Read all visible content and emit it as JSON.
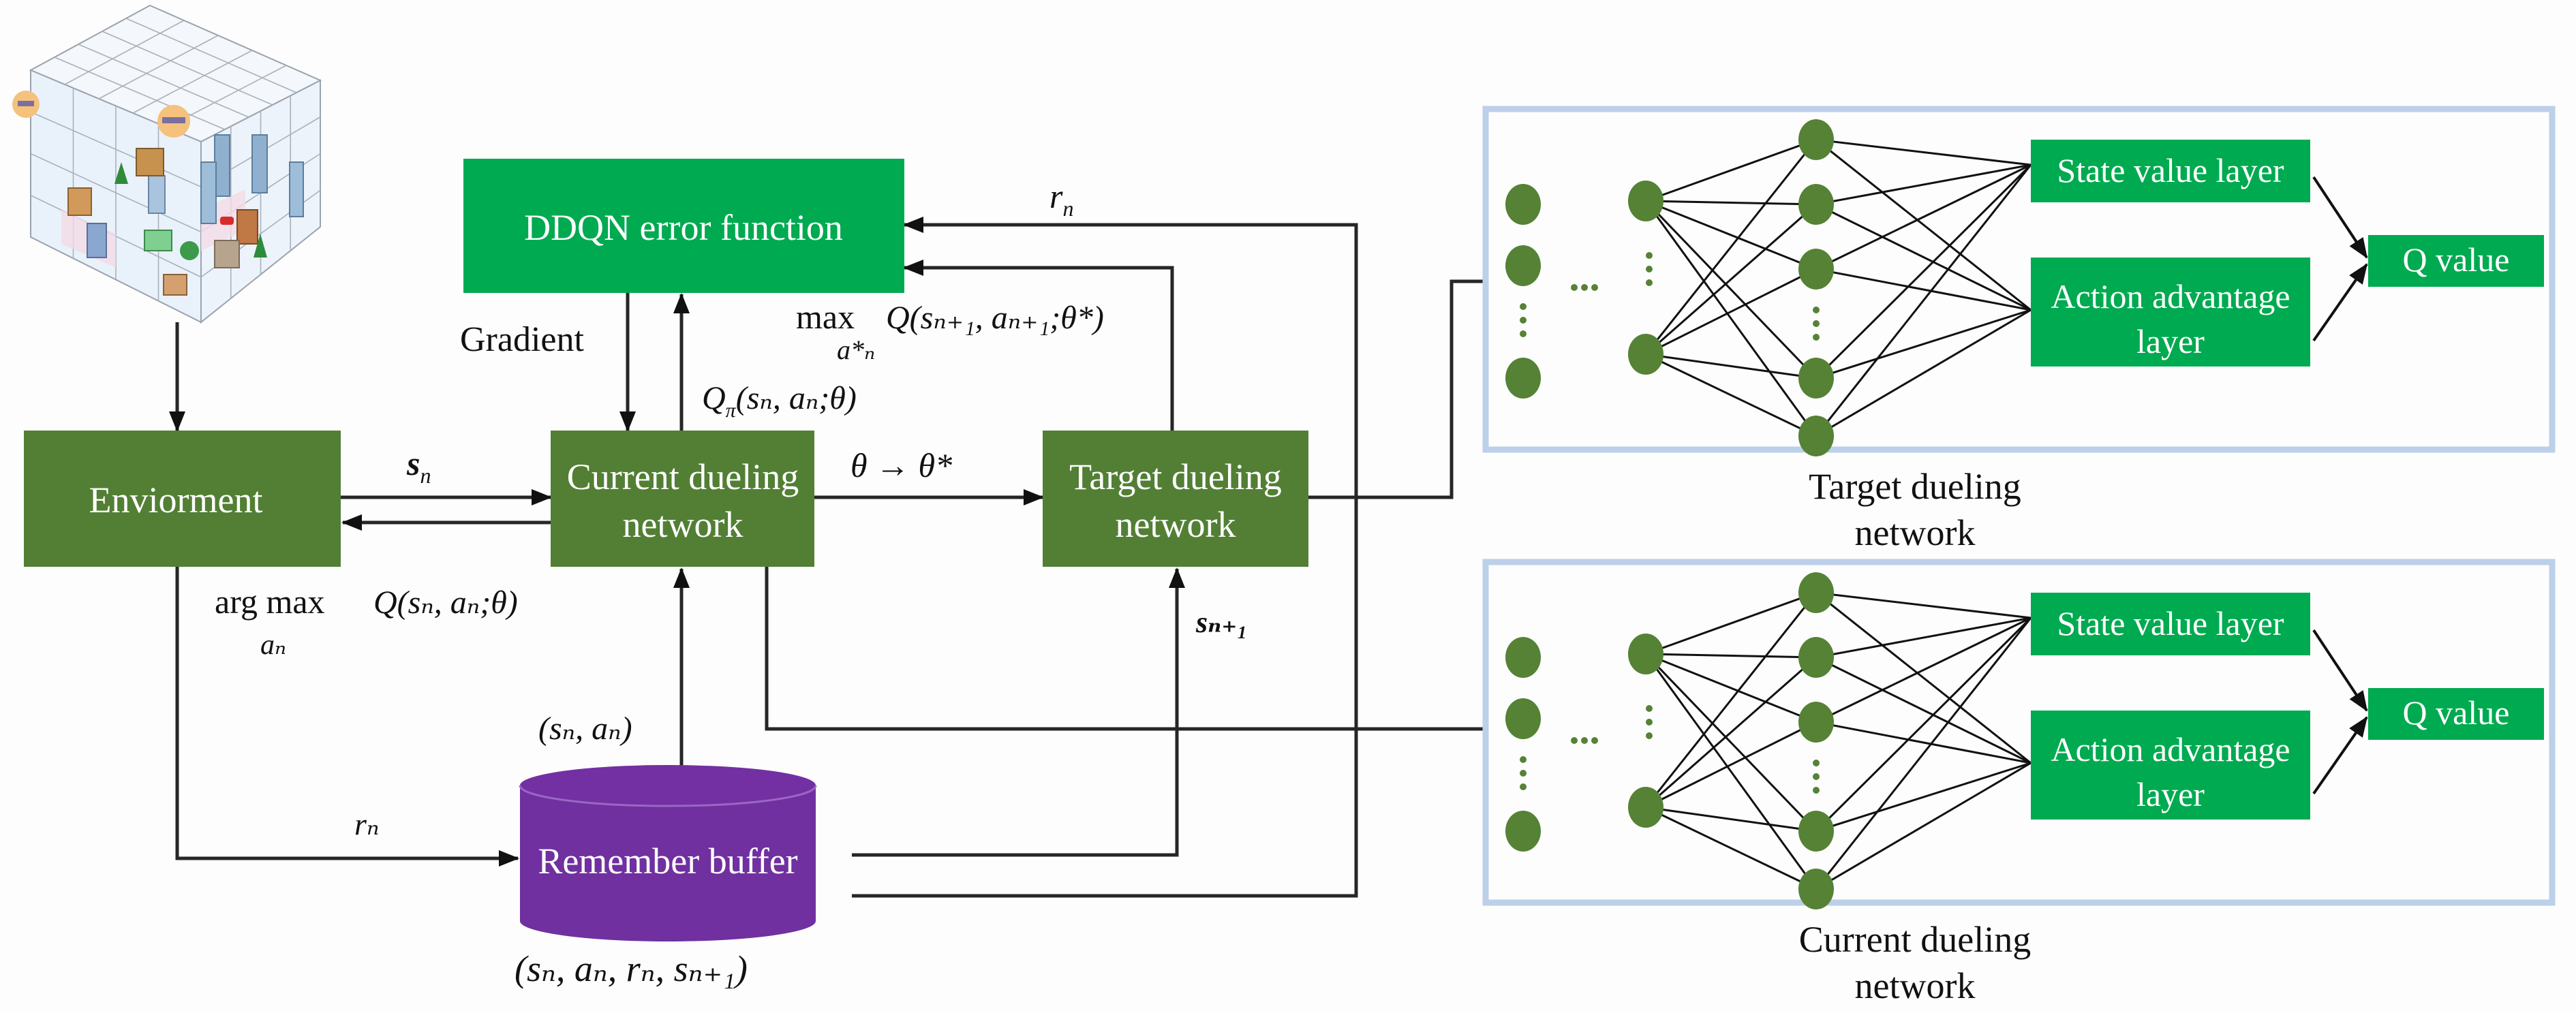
{
  "colors": {
    "dark_green": "#527f34",
    "bright_green": "#00aa50",
    "purple": "#7030a0",
    "panel_border": "#bcd0ea",
    "neuron": "#558235",
    "wire": "#262626"
  },
  "environment_icon": "city-grid-cube-icon",
  "boxes": {
    "ddqn_error": "DDQN error function",
    "environment": "Enviorment",
    "current_net_line1": "Current dueling",
    "current_net_line2": "network",
    "target_net_line1": "Target dueling",
    "target_net_line2": "network",
    "remember_buffer": "Remember buffer"
  },
  "edge_labels": {
    "gradient": "Gradient",
    "r_n_top": "r",
    "r_n_top_sub": "n",
    "s_n": "s",
    "s_n_sub": "n",
    "theta_update": "θ → θ*",
    "q_pi": "Q",
    "q_pi_sub": "π",
    "q_pi_args": "(s",
    "q_pi_args_full": "(sₙ, aₙ;θ)",
    "max_word": "max",
    "max_sub": "a*ₙ",
    "max_q": "Q(sₙ₊₁, aₙ₊₁;θ*)",
    "argmax_word": "arg max",
    "argmax_q": "Q(sₙ, aₙ;θ)",
    "argmax_sub": "aₙ",
    "s_n_plus_1": "sₙ₊₁",
    "s_a_pair": "(sₙ, aₙ)",
    "r_n_bottom": "rₙ",
    "transition_tuple": "(sₙ, aₙ, rₙ, sₙ₊₁)"
  },
  "panels": [
    {
      "id": "target",
      "caption_line1": "Target dueling",
      "caption_line2": "network",
      "state_value_label": "State value layer",
      "advantage_label_line1": "Action advantage",
      "advantage_label_line2": "layer",
      "q_value_label": "Q value",
      "ellipsis": "···"
    },
    {
      "id": "current",
      "caption_line1": "Current dueling",
      "caption_line2": "network",
      "state_value_label": "State value layer",
      "advantage_label_line1": "Action advantage",
      "advantage_label_line2": "layer",
      "q_value_label": "Q value",
      "ellipsis": "···"
    }
  ]
}
